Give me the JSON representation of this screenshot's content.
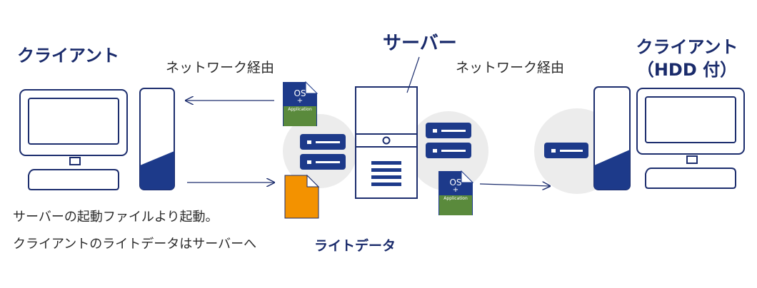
{
  "colors": {
    "navy": "#1a2b6b",
    "blue": "#1d3a8a",
    "outline": "#1d2e6e",
    "gray_circle": "#ececec",
    "green": "#5a8a3c",
    "orange": "#f39200",
    "text": "#2b2b2b"
  },
  "left_client": {
    "title": "クライアント"
  },
  "server": {
    "title": "サーバー"
  },
  "right_client": {
    "title_line1": "クライアント",
    "title_line2": "（HDD 付）"
  },
  "network_left": "ネットワーク経由",
  "network_right": "ネットワーク経由",
  "os_file": {
    "os": "OS",
    "plus": "+",
    "app": "Application"
  },
  "write_data": "ライトデータ",
  "notes": {
    "line1": "サーバーの起動ファイルより起動。",
    "line2": "クライアントのライトデータはサーバーへ"
  }
}
